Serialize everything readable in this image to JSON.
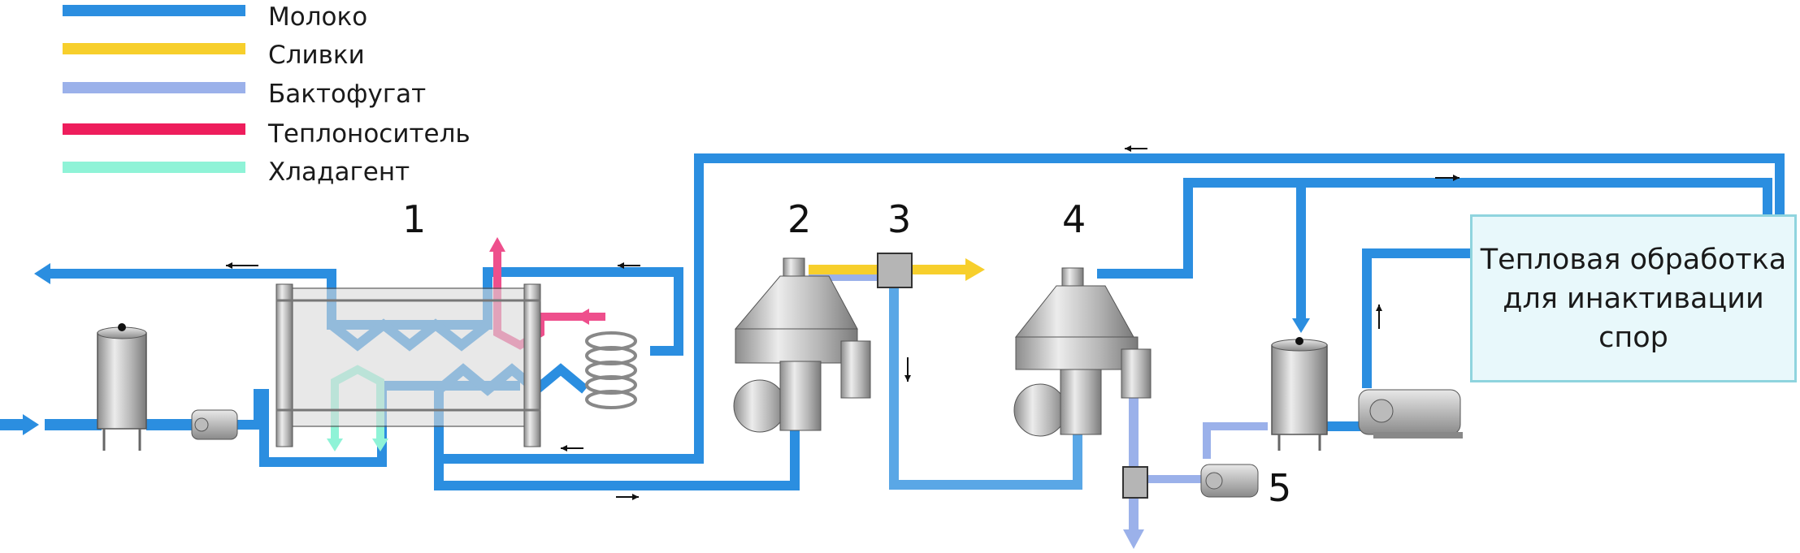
{
  "colors": {
    "milk": "#2b8ee0",
    "cream": "#f7cf2c",
    "bactofugate": "#9bb1ea",
    "heating_medium": "#ee1d5c",
    "coolant": "#8ff3d7",
    "equipment": "#c8c8c8"
  },
  "legend": [
    {
      "label": "Молоко",
      "color": "#2b8ee0"
    },
    {
      "label": "Сливки",
      "color": "#f7cf2c"
    },
    {
      "label": "Бактофугат",
      "color": "#9bb1ea"
    },
    {
      "label": "Теплоноситель",
      "color": "#ee1d5c"
    },
    {
      "label": "Хладагент",
      "color": "#8ff3d7"
    }
  ],
  "stations": [
    "1",
    "2",
    "3",
    "4",
    "5"
  ],
  "heat_treatment_box": {
    "lines": [
      "Тепловая обработка",
      "для инактивации",
      "спор"
    ]
  }
}
